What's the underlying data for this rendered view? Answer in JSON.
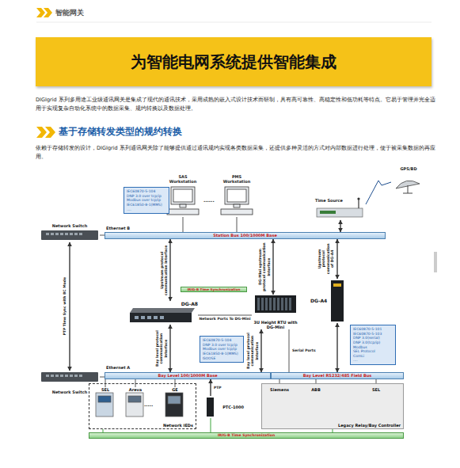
{
  "diagram": {
    "title": "为智能电网系统提供智能集成",
    "nodes": [
      {
        "text": [
          "Network Switch"
        ]
      },
      {
        "text": [
          "Station Bus 100/1000M Base"
        ]
      },
      {
        "text": [
          "SAS Workstation"
        ]
      },
      {
        "text": [
          "PMS Workstation"
        ]
      },
      {
        "text": [
          "IEC60870-5-104",
          "DNP 3.0 over tcp/ip",
          "Modbus over tcp/ip",
          "IEC61850-8-1(MMS)",
          "...."
        ]
      },
      {
        "text": [
          "Time Source"
        ]
      },
      {
        "text": [
          "GPS/BD"
        ]
      },
      {
        "text": [
          "IRIG-B Time Synchronization"
        ]
      },
      {
        "text": [
          "DG-A8"
        ]
      },
      {
        "text": [
          "3U Height RTU with DG-Mini"
        ]
      },
      {
        "text": [
          "DG-A4"
        ]
      },
      {
        "text": [
          "IEC60870-5-104",
          "DNP 3.0 over tcp/ip",
          "Modbus over tcp/ip",
          "IEC61850-8-1(MMS)",
          "GOOSE"
        ]
      },
      {
        "text": [
          "IEC60870-5-101",
          "IEC60870-5-103",
          "DNP 3.0(serial)",
          "DNP 3.0(tcp/ip)",
          "Modbus",
          "SEL Protocol",
          "ComLi",
          "...."
        ]
      },
      {
        "text": [
          "Network Switch"
        ]
      },
      {
        "text": [
          "Bay Level 100/1000M Base"
        ]
      },
      {
        "text": [
          "Bay Level RS232/485 Field Bus"
        ]
      },
      {
        "text": [
          "Network IEDs"
        ]
      },
      {
        "text": [
          "SEL"
        ],
        "in": 16
      },
      {
        "text": [
          "Areva"
        ],
        "in": 16
      },
      {
        "text": [
          "GE"
        ],
        "in": 16
      },
      {
        "text": [
          "PTC-1000"
        ]
      },
      {
        "text": [
          "Legacy Relay/Bay Controller"
        ]
      },
      {
        "text": [
          "Siemens"
        ],
        "in": 21
      },
      {
        "text": [
          "ABB"
        ],
        "in": 21
      },
      {
        "text": [
          "SEL"
        ],
        "in": 21
      },
      {
        "text": [
          "IRIG-B Time Synchronization"
        ]
      }
    ],
    "edges": [
      {
        "from": 0,
        "to": 13,
        "arrow": "both",
        "label": "PTP Time Sync with BC Mode"
      },
      {
        "from": 2,
        "to": 1,
        "arrow": "none"
      },
      {
        "from": 3,
        "to": 1,
        "arrow": "none"
      },
      {
        "from": 0,
        "to": 1,
        "arrow": "none"
      },
      {
        "from": 6,
        "to": 5,
        "arrow": "none"
      },
      {
        "from": 5,
        "to": 1,
        "arrow": "both"
      },
      {
        "from": 1,
        "to": 8,
        "arrow": "both",
        "label": "Upstream protocol communication interface"
      },
      {
        "from": 1,
        "to": 9,
        "arrow": "both",
        "label": "DG-Mini upstream protocol communication interface"
      },
      {
        "from": 1,
        "to": 10,
        "arrow": "both",
        "label": "Upstream protocol communication of DG-A4"
      },
      {
        "from": 8,
        "to": 9,
        "arrow": "none",
        "label": "Network Ports To DG-Mini"
      },
      {
        "from": 8,
        "to": 14,
        "arrow": "both",
        "label": "Bay level protocol communication interface"
      },
      {
        "from": 9,
        "to": 14,
        "arrow": "both",
        "label": "Bay level protocol communication interface"
      },
      {
        "from": 9,
        "to": 15,
        "arrow": "none",
        "label": "Serial Ports"
      },
      {
        "from": 10,
        "to": 15,
        "arrow": "both"
      },
      {
        "from": 13,
        "to": 14,
        "arrow": "none"
      },
      {
        "from": 20,
        "to": 14,
        "arrow": "to",
        "label": "PTP"
      },
      {
        "from": 17,
        "to": 14,
        "arrow": "none"
      },
      {
        "from": 18,
        "to": 14,
        "arrow": "none"
      },
      {
        "from": 19,
        "to": 14,
        "arrow": "none"
      },
      {
        "from": 22,
        "to": 15,
        "arrow": "none"
      },
      {
        "from": 23,
        "to": 15,
        "arrow": "none"
      },
      {
        "from": 24,
        "to": 15,
        "arrow": "none"
      },
      {
        "from": 16,
        "to": 25,
        "arrow": "none"
      },
      {
        "from": 20,
        "to": 25,
        "arrow": "none"
      },
      {
        "from": 21,
        "to": 25,
        "arrow": "none"
      }
    ],
    "labels": [
      "智能网关",
      "DIGIgrid 系列多用途工业级通讯网关是集成了现代的通讯技术，采用成熟的嵌入式设计技术而研制，具有高可靠性、高稳定性和低功耗等特点。它易于管理并完全适用于实现复杂自动化系统中的数据采集、规约转换以及数据处理。",
      "基于存储转发类型的规约转换",
      "依赖于存储转发的设计，DIGIgrid 系列通讯网关除了能够提供通过通讯规约实现各类数据采集，还提供多种灵活的方式对内部数据进行处理，便于被采集数据的再应用。",
      "Ethernet B",
      "......",
      "Ethernet A",
      ".....",
      "....."
    ]
  }
}
